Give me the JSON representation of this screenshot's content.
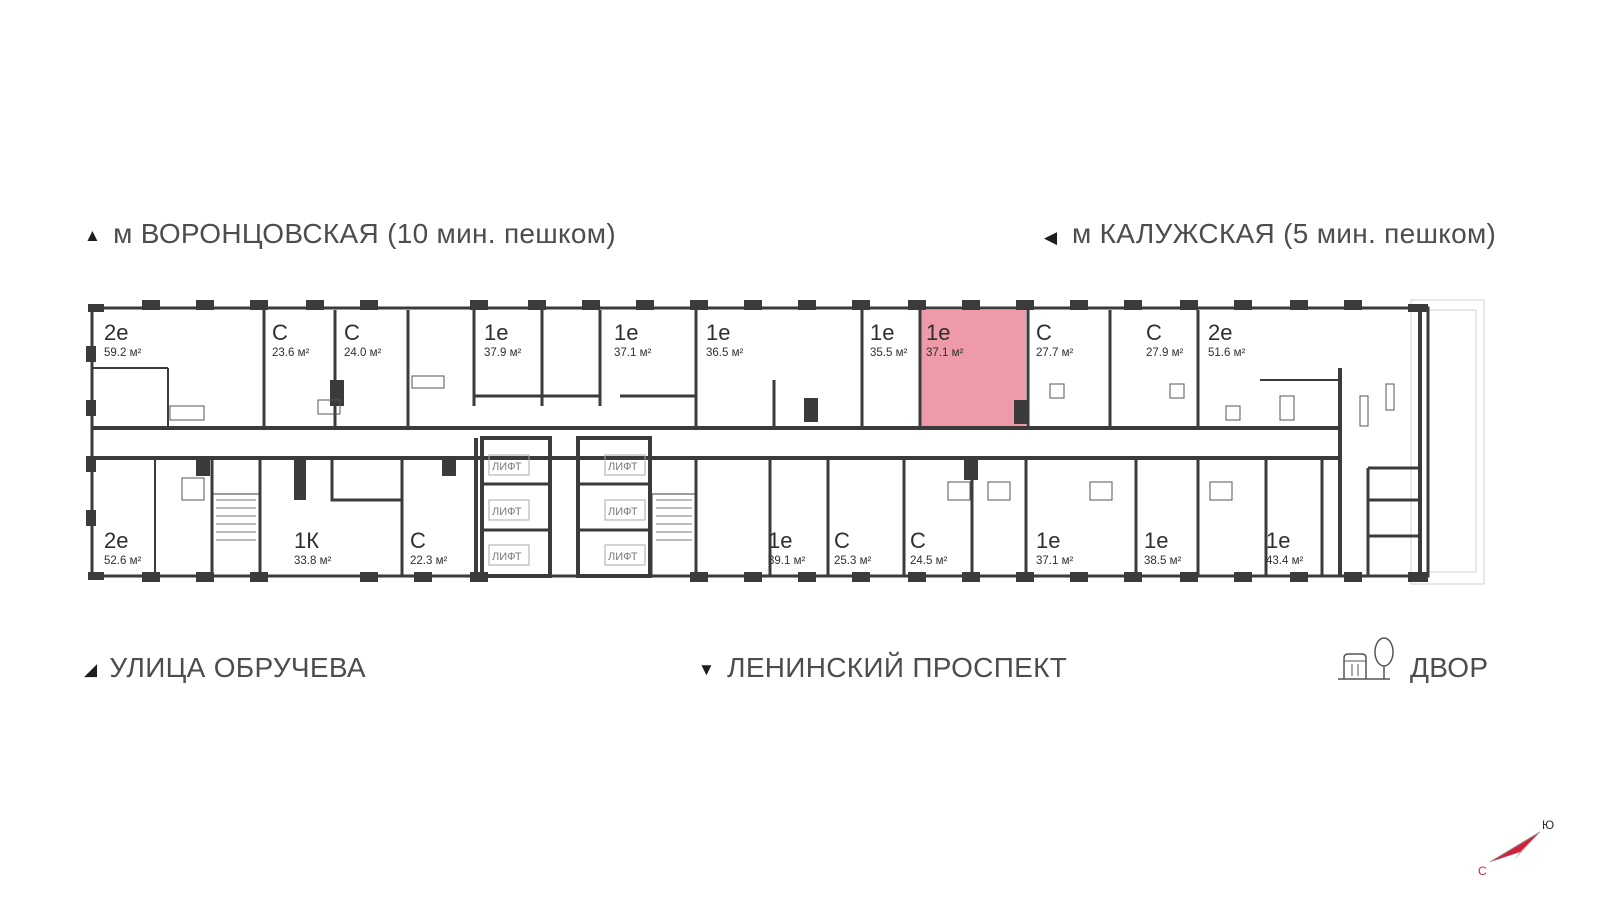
{
  "labels": {
    "top_left": "м ВОРОНЦОВСКАЯ  (10 мин. пешком)",
    "top_right": "м КАЛУЖСКАЯ (5 мин. пешком)",
    "bottom_left": "УЛИЦА ОБРУЧЕВА",
    "bottom_center": "ЛЕНИНСКИЙ ПРОСПЕКТ",
    "bottom_right": "ДВОР"
  },
  "compass": {
    "north": "С",
    "south": "Ю"
  },
  "lift_label": "ЛИФТ",
  "colors": {
    "wall": "#3b3b3b",
    "highlight": "#ef9aa8",
    "accent": "#d41f3a"
  },
  "apartments_top": [
    {
      "type": "2е",
      "area": "59.2 м²"
    },
    {
      "type": "С",
      "area": "23.6 м²"
    },
    {
      "type": "С",
      "area": "24.0 м²"
    },
    {
      "type": "1е",
      "area": "37.9 м²"
    },
    {
      "type": "1е",
      "area": "37.1 м²"
    },
    {
      "type": "1е",
      "area": "36.5 м²"
    },
    {
      "type": "1е",
      "area": "35.5 м²"
    },
    {
      "type": "1е",
      "area": "37.1 м²",
      "selected": true
    },
    {
      "type": "С",
      "area": "27.7 м²"
    },
    {
      "type": "С",
      "area": "27.9 м²"
    },
    {
      "type": "2е",
      "area": "51.6 м²"
    }
  ],
  "apartments_bottom": [
    {
      "type": "2е",
      "area": "52.6 м²"
    },
    {
      "type": "1К",
      "area": "33.8 м²"
    },
    {
      "type": "С",
      "area": "22.3 м²"
    },
    {
      "type": "1е",
      "area": "39.1 м²"
    },
    {
      "type": "С",
      "area": "25.3 м²"
    },
    {
      "type": "С",
      "area": "24.5 м²"
    },
    {
      "type": "1е",
      "area": "37.1 м²"
    },
    {
      "type": "1е",
      "area": "38.5 м²"
    },
    {
      "type": "1е",
      "area": "43.4 м²"
    }
  ]
}
